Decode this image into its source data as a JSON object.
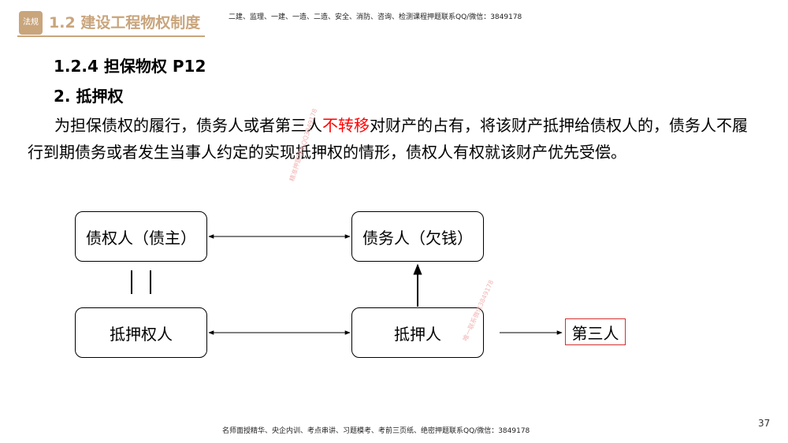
{
  "header": {
    "logo_text": "法规",
    "chapter_title": "1.2 建设工程物权制度",
    "banner": "二建、监理、一建、一造、二造、安全、消防、咨询、检测课程押题联系QQ/微信：3849178"
  },
  "content": {
    "heading_1": "1.2.4 担保物权 P12",
    "heading_2": "2. 抵押权",
    "paragraph_before": "为担保债权的履行，债务人或者第三人",
    "paragraph_highlight": "不转移",
    "paragraph_after": "对财产的占有，将该财产抵押给债权人的，债务人不履行到期债务或者发生当事人约定的实现抵押权的情形，债权人有权就该财产优先受偿。"
  },
  "diagram": {
    "creditor": "债权人（债主）",
    "debtor": "债务人（欠钱）",
    "mortgagee": "抵押权人",
    "mortgagor": "抵押人",
    "third_party": "第三人"
  },
  "watermark": {
    "text_1": "精准押题联系QQ3849178",
    "text_2": "唯一联系微信3849178"
  },
  "footer": {
    "banner": "名师面授精华、央企内训、考点串讲、习题模考、考前三页纸、绝密押题联系QQ/微信：3849178",
    "page_number": "37"
  },
  "colors": {
    "accent": "#c9a57c",
    "highlight": "#ff0000",
    "third_party_border": "#d32f2f"
  }
}
